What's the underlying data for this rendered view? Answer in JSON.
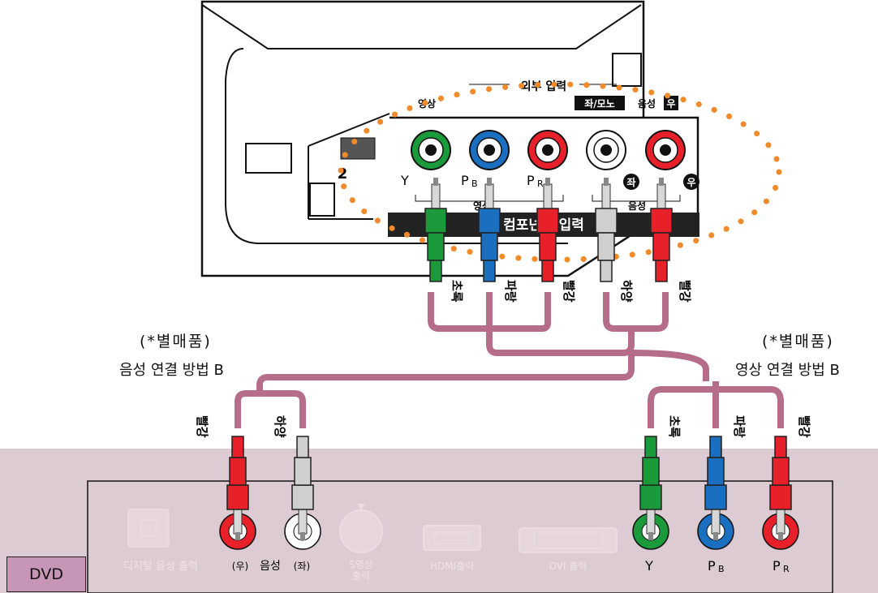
{
  "tv": {
    "external_input": "외부 입력",
    "video_small": "영상",
    "left_mono": "좌/모노",
    "audio_small": "음성",
    "right_small": "우",
    "port_number": "2",
    "jack_labels": [
      "Y",
      "P",
      "B",
      "P",
      "R"
    ],
    "left_circle": "좌",
    "right_circle": "우",
    "video_under": "영상",
    "audio_under": "음성",
    "component_input": "컴포넌트 입력"
  },
  "cable_labels_top": [
    "초록",
    "파랑",
    "빨강",
    "하양",
    "빨강"
  ],
  "cable_labels_bottom_left": [
    "빨강",
    "하양"
  ],
  "cable_labels_bottom_right": [
    "초록",
    "파랑",
    "빨강"
  ],
  "left_note": {
    "sold_separately": "(*별매품)",
    "method": "음성 연결 방법 B"
  },
  "right_note": {
    "sold_separately": "(*별매품)",
    "method": "영상 연결 방법 B"
  },
  "dvd": {
    "badge": "DVD",
    "digital_audio_out": "디지털 음성 출력",
    "right_paren": "(우)",
    "audio": "음성",
    "left_paren": "(좌)",
    "s_video_line1": "S영상",
    "s_video_line2": "출력",
    "hdmi_out": "HDMI출력",
    "dvi_out": "DVI 출력",
    "y": "Y",
    "p": "P",
    "b": "B",
    "r": "R"
  },
  "colors": {
    "cable": "#b56d8a",
    "green": "#1a9a3a",
    "blue": "#1a6fc0",
    "red": "#e8202a",
    "white": "#cfcfcf",
    "dotted": "#f08a2a",
    "panel_bg": "#dccbd2"
  }
}
